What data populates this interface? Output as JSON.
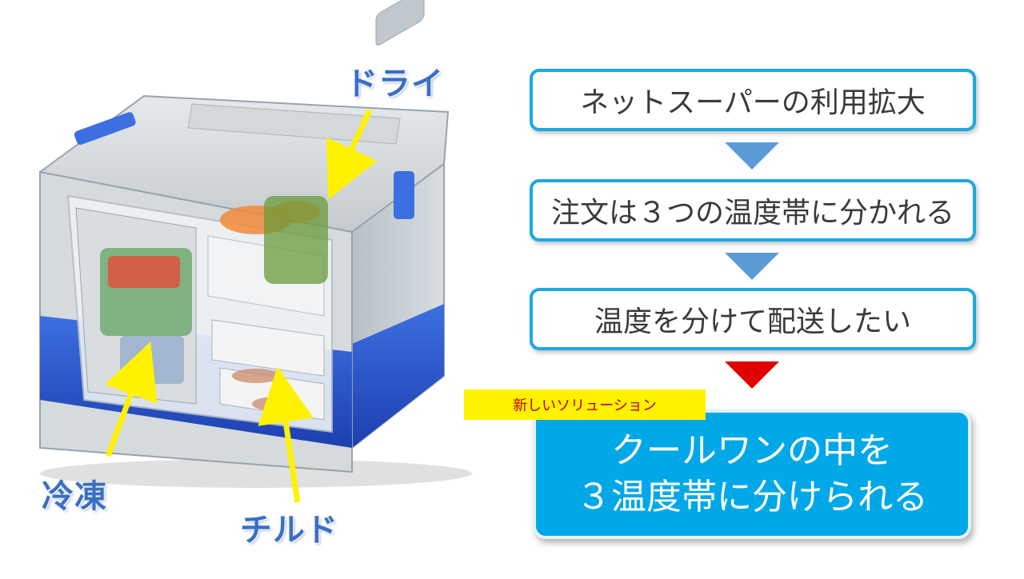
{
  "product": {
    "labels": {
      "dry": "ドライ",
      "frozen": "冷凍",
      "chilled": "チルド"
    },
    "arrow_color": "#fff200",
    "label_color": "#3a6fc4"
  },
  "flow": {
    "steps": [
      "ネットスーパーの利用拡大",
      "注文は３つの温度帯に分かれる",
      "温度を分けて配送したい"
    ],
    "arrow_colors": [
      "#5b9bd5",
      "#5b9bd5",
      "#e00000"
    ],
    "box_border_color": "#1ca9e0"
  },
  "solution": {
    "tag": "新しいソリューション",
    "line1": "クールワンの中を",
    "line2": "３温度帯に分けられる",
    "color": "#00a8e8",
    "tag_color": "#fff200"
  }
}
